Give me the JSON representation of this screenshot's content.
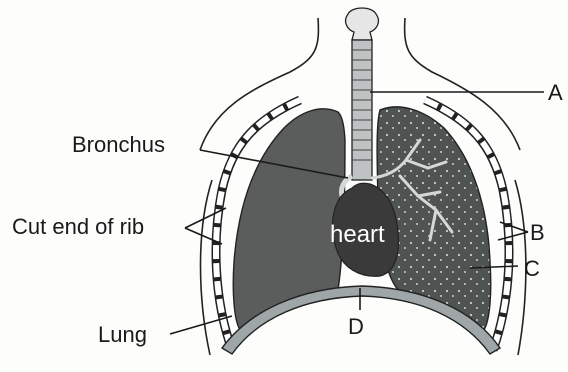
{
  "diagram": {
    "labels": {
      "a": "A",
      "b": "B",
      "c": "C",
      "d": "D",
      "bronchus": "Bronchus",
      "cut_end_of_rib": "Cut end of rib",
      "lung": "Lung",
      "heart": "heart"
    },
    "colors": {
      "lung_fill": "#5b5d5c",
      "lung_right_fill": "#4f5352",
      "heart_fill": "#3a3a3a",
      "diaphragm_fill": "#9ea6a8",
      "rib_fill": "#ffffff",
      "outline": "#222222"
    }
  }
}
